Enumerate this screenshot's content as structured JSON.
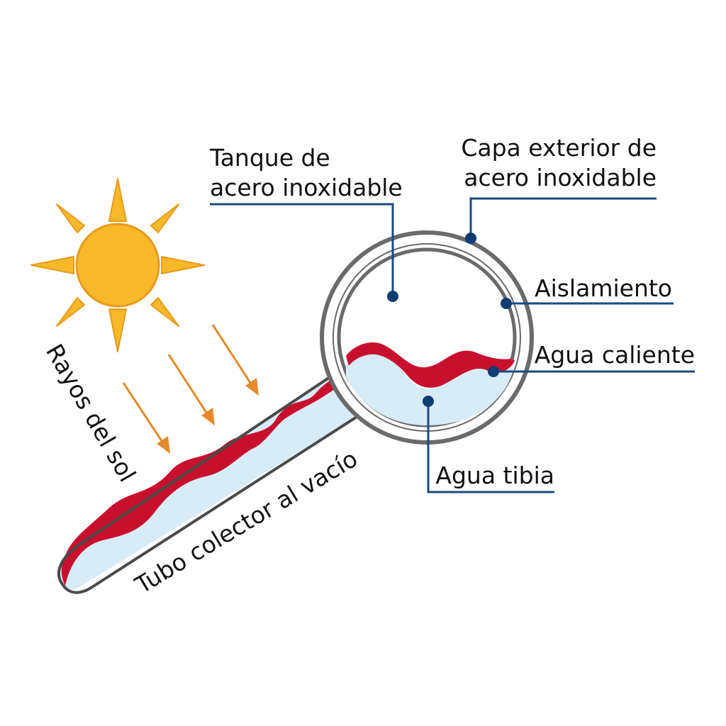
{
  "labels": {
    "tank_line1": "Tanque de",
    "tank_line2": "acero inoxidable",
    "outer_line1": "Capa exterior de",
    "outer_line2": "acero inoxidable",
    "insulation": "Aislamiento",
    "hot_water": "Agua caliente",
    "warm_water": "Agua tibia",
    "sun_rays": "Rayos del sol",
    "collector_tube": "Tubo colector al vacío"
  },
  "colors": {
    "sun": "#f7b928",
    "sun_outline": "#e99a1c",
    "rays": "#e38a2c",
    "hot_water": "#c8102e",
    "warm_water": "#d8ecf8",
    "outline": "#4a4a4a",
    "leader": "#1b4a80"
  }
}
